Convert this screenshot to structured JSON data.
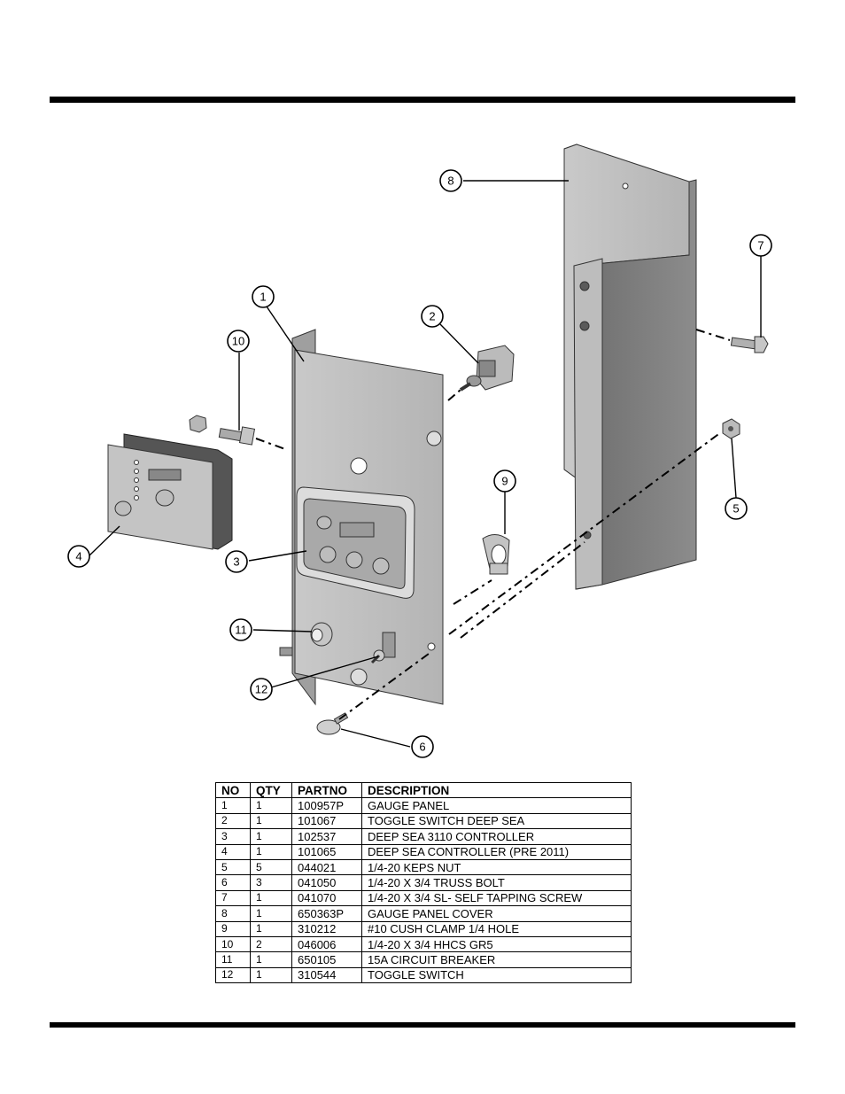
{
  "callouts": [
    "1",
    "2",
    "3",
    "4",
    "5",
    "6",
    "7",
    "8",
    "9",
    "10",
    "11",
    "12"
  ],
  "table": {
    "headers": [
      "NO",
      "QTY",
      "PARTNO",
      "DESCRIPTION"
    ],
    "rows": [
      [
        "1",
        "1",
        "100957P",
        "GAUGE PANEL"
      ],
      [
        "2",
        "1",
        "101067",
        "TOGGLE SWITCH DEEP SEA"
      ],
      [
        "3",
        "1",
        "102537",
        "DEEP SEA 3110 CONTROLLER"
      ],
      [
        "4",
        "1",
        "101065",
        "DEEP SEA CONTROLLER (PRE 2011)"
      ],
      [
        "5",
        "5",
        "044021",
        "1/4-20 KEPS NUT"
      ],
      [
        "6",
        "3",
        "041050",
        "1/4-20 X 3/4 TRUSS BOLT"
      ],
      [
        "7",
        "1",
        "041070",
        "1/4-20 X 3/4 SL- SELF TAPPING SCREW"
      ],
      [
        "8",
        "1",
        "650363P",
        "GAUGE PANEL COVER"
      ],
      [
        "9",
        "1",
        "310212",
        "#10 CUSH CLAMP 1/4 HOLE"
      ],
      [
        "10",
        "2",
        "046006",
        "1/4-20 X 3/4 HHCS GR5"
      ],
      [
        "11",
        "1",
        "650105",
        "15A CIRCUIT BREAKER"
      ],
      [
        "12",
        "1",
        "310544",
        "TOGGLE SWITCH"
      ]
    ]
  }
}
